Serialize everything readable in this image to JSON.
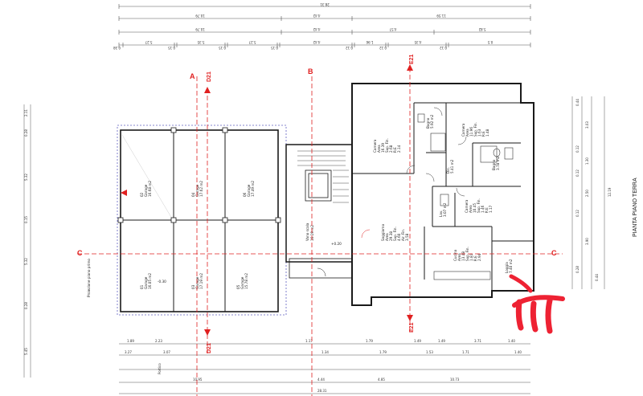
{
  "title": "PIANTA PIANO TERRA",
  "projection_label": "Proiezione piano primo",
  "sections": {
    "a": "A",
    "b": "B",
    "c_left": "C",
    "c_right": "C",
    "d_top": "D21",
    "d_bottom": "D21",
    "e_top": "E21",
    "e_bottom": "E21"
  },
  "dims_top": {
    "total": "28.31",
    "row2_mid": "4.42",
    "row2_left": "10.79",
    "row2_right": "11.59",
    "row3_a": "10.79",
    "row3_b": "4.42",
    "row3_c": "4.57",
    "row3_d": "5.82",
    "row4": [
      "0.38",
      "5.27",
      "0.15",
      "5.35",
      "0.15",
      "5.27",
      "0.15",
      "4.42",
      "0.12",
      "1.96",
      "0.12",
      "4.35",
      "0.12",
      "0.5"
    ]
  },
  "dims_bottom": {
    "row1": [
      "1.89",
      "2.23",
      "1.17",
      "1.79",
      "1.49",
      "1.49",
      "3.71",
      "1.40"
    ],
    "row2": [
      "3.27",
      "3.07",
      "1.34",
      "1.79",
      "1.53",
      "1.71",
      "1.40"
    ],
    "row3": [
      "10.95",
      "4.44",
      "4.85",
      "10.73"
    ],
    "total": "28.31",
    "portico": "Portico"
  },
  "dims_left": [
    "2.11",
    "0.28",
    "5.32",
    "0.15",
    "5.32",
    "0.28",
    "5.45"
  ],
  "dims_right": [
    "0.44",
    "3.03",
    "0.12",
    "1.30",
    "0.12",
    "2.50",
    "0.12",
    "3.90",
    "0.28",
    "0.44",
    "12.19"
  ],
  "rooms": [
    {
      "name": "Camera",
      "lines": [
        "Area",
        "16.39",
        "Sup. Fin.",
        "2.68",
        "R.E",
        "2.14"
      ]
    },
    {
      "name": "Bagno",
      "lines": [
        "5.92 m2"
      ]
    },
    {
      "name": "Camera",
      "lines": [
        "Area",
        "11.96",
        "Sup. Fin.",
        "1.63",
        "R.E",
        "1.48"
      ]
    },
    {
      "name": "Dis.",
      "lines": [
        "5.41 m2"
      ]
    },
    {
      "name": "Bagno",
      "lines": [
        "3.78 m2"
      ]
    },
    {
      "name": "Lav.",
      "lines": [
        "3.07 m2"
      ]
    },
    {
      "name": "Camera",
      "lines": [
        "Area",
        "10.45",
        "Sup. Fin.",
        "1.46",
        "R.E",
        "1.17"
      ]
    },
    {
      "name": "Soggiorno",
      "lines": [
        "Area",
        "29.38",
        "Sup. Fin.",
        "4.60",
        "Air. Fin.",
        "3.58"
      ]
    },
    {
      "name": "Cucina",
      "lines": [
        "Area",
        "13.48",
        "Sup. Fin.",
        "1.81",
        "R.E",
        "2.94"
      ]
    },
    {
      "name": "Vano scala",
      "lines": [
        "16.19 m2"
      ]
    },
    {
      "name": "Loggia",
      "lines": [
        "7.40 m2"
      ]
    },
    {
      "name": "Garage",
      "lines": [
        "02",
        "16.68 m2"
      ]
    },
    {
      "name": "Garage",
      "lines": [
        "04",
        "17.62 m2"
      ]
    },
    {
      "name": "Garage",
      "lines": [
        "06",
        "17.49 m2"
      ]
    },
    {
      "name": "Garage",
      "lines": [
        "01",
        "16.05 m2"
      ]
    },
    {
      "name": "Garage",
      "lines": [
        "03",
        "17.19 m2"
      ]
    },
    {
      "name": "Garage",
      "lines": [
        "05",
        "15.78 m2"
      ]
    }
  ],
  "levels": {
    "left": "-0.30",
    "stair": "+0.20"
  },
  "colors": {
    "red": "#e02020",
    "wall": "#1a1a1a",
    "line": "#555555",
    "stamp": "#ee2233"
  }
}
